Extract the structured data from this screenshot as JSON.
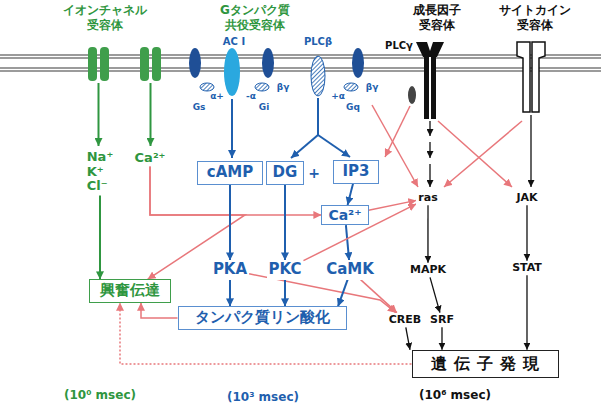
{
  "diagram": {
    "nodes": [
      {
        "text": [
          "Na⁺ K⁺ Cl⁻"
        ]
      },
      {
        "text": [
          "Ca²⁺"
        ]
      },
      {
        "text": [
          "cAMP"
        ]
      },
      {
        "text": [
          "DG"
        ]
      },
      {
        "text": [
          "IP3"
        ]
      },
      {
        "text": [
          "ras"
        ]
      },
      {
        "text": [
          "JAK"
        ]
      },
      {
        "text": [
          "Ca²⁺"
        ]
      },
      {
        "text": [
          "PKA"
        ]
      },
      {
        "text": [
          "PKC"
        ]
      },
      {
        "text": [
          "CaMK"
        ]
      },
      {
        "text": [
          "STAT"
        ]
      },
      {
        "text": [
          "MAPK"
        ]
      },
      {
        "text": [
          "興奮伝達"
        ]
      },
      {
        "text": [
          "タンパク質リン酸化"
        ]
      },
      {
        "text": [
          "CREB"
        ]
      },
      {
        "text": [
          "SRF"
        ]
      },
      {
        "text": [
          "遺伝子発現"
        ]
      }
    ],
    "edges": [
      {
        "from": 0,
        "to": 13,
        "arrow": "to"
      },
      {
        "from": 1,
        "to": 7,
        "arrow": "to"
      },
      {
        "from": 1,
        "to": 13,
        "arrow": "to"
      },
      {
        "from": 2,
        "to": 8,
        "arrow": "to"
      },
      {
        "from": 3,
        "to": 9,
        "arrow": "to"
      },
      {
        "from": 4,
        "to": 7,
        "arrow": "to"
      },
      {
        "from": 7,
        "to": 10,
        "arrow": "to"
      },
      {
        "from": 7,
        "to": 5,
        "arrow": "to"
      },
      {
        "from": 9,
        "to": 5,
        "arrow": "to"
      },
      {
        "from": 8,
        "to": 15,
        "arrow": "to"
      },
      {
        "from": 10,
        "to": 15,
        "arrow": "to"
      },
      {
        "from": 14,
        "to": 13,
        "arrow": "to"
      },
      {
        "from": 17,
        "to": 13,
        "arrow": "to"
      },
      {
        "from": 8,
        "to": 14,
        "arrow": "to"
      },
      {
        "from": 9,
        "to": 14,
        "arrow": "to"
      },
      {
        "from": 10,
        "to": 14,
        "arrow": "to"
      },
      {
        "from": 5,
        "to": 12,
        "arrow": "to"
      },
      {
        "from": 12,
        "to": 16,
        "arrow": "to"
      },
      {
        "from": 15,
        "to": 17,
        "arrow": "to"
      },
      {
        "from": 16,
        "to": 17,
        "arrow": "to"
      },
      {
        "from": 6,
        "to": 11,
        "arrow": "to"
      },
      {
        "from": 11,
        "to": 17,
        "arrow": "to"
      }
    ],
    "labels": [
      "イオンチャネル 受容体",
      "Gタンパク質 共役受容体",
      "成長因子 受容体",
      "サイトカイン 受容体",
      "AC I",
      "PLCβ",
      "α+",
      "Gs",
      "-α",
      "Gi",
      "βγ",
      "+α",
      "Gq",
      "βγ",
      "PLCγ",
      "+",
      "(10⁰ msec)",
      "(10³ msec)",
      "(10⁶ msec)"
    ]
  }
}
